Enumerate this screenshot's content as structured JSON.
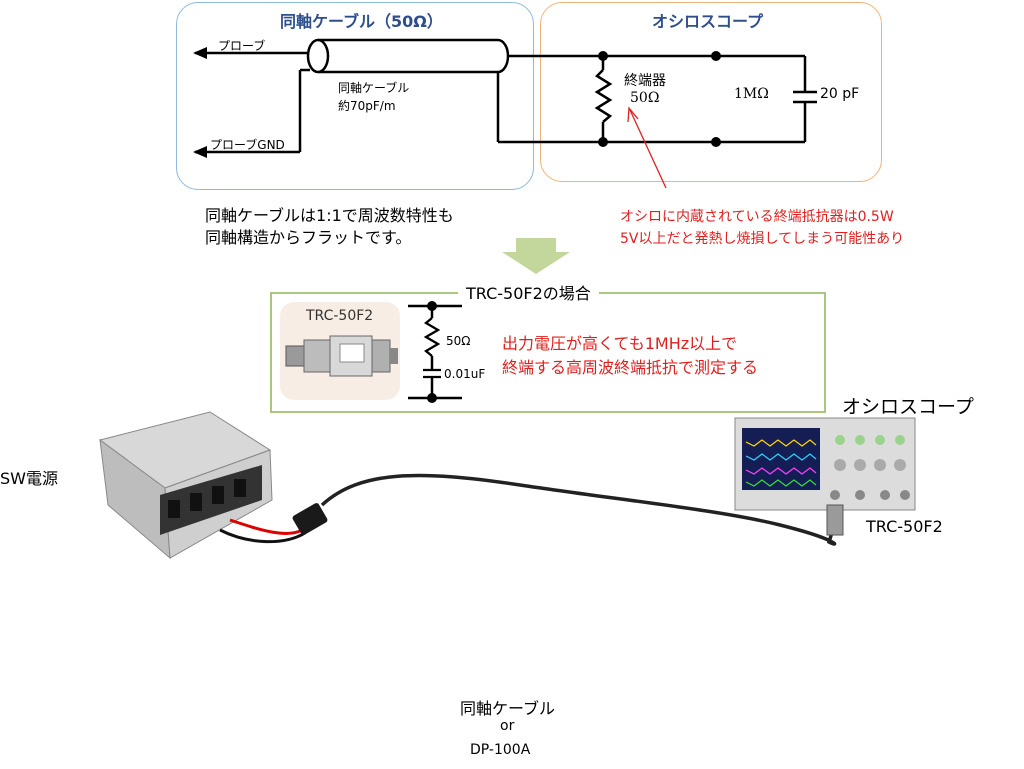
{
  "coax_box": {
    "title": "同軸ケーブル（50Ω）",
    "probe_label": "プローブ",
    "probe_gnd_label": "プローブGND",
    "cable_label": "同軸ケーブル",
    "cable_capacitance": "約70pF/m",
    "note_line1": "同軸ケーブルは1:1で周波数特性も",
    "note_line2": "同軸構造からフラットです。"
  },
  "scope_box": {
    "title": "オシロスコープ",
    "terminator_label": "終端器",
    "terminator_value": "50Ω",
    "input_resistance": "1MΩ",
    "input_capacitance": "20 pF",
    "warning_line1": "オシロに内蔵されている終端抵抗器は0.5W",
    "warning_line2": "5V以上だと発熱し焼損してしまう可能性あり"
  },
  "trc_box": {
    "title": "TRC-50F2の場合",
    "photo_label": "TRC-50F2",
    "resistor_value": "50Ω",
    "capacitor_value": "0.01uF",
    "note_line1": "出力電圧が高くても1MHz以上で",
    "note_line2": "終端する高周波終端抵抗で測定する"
  },
  "setup": {
    "psu_label": "SW電源",
    "scope_label": "オシロスコープ",
    "adapter_label": "TRC-50F2",
    "cable_line1": "同軸ケーブル",
    "cable_line2": "or",
    "cable_line3": "DP-100A"
  },
  "colors": {
    "accent_red": "#e02020",
    "title_blue": "#2f4f8c",
    "box_blue": "#8fb9dd",
    "box_orange": "#f0b47a",
    "box_green": "#a9c87e",
    "arrow_green": "#c3d69b"
  }
}
